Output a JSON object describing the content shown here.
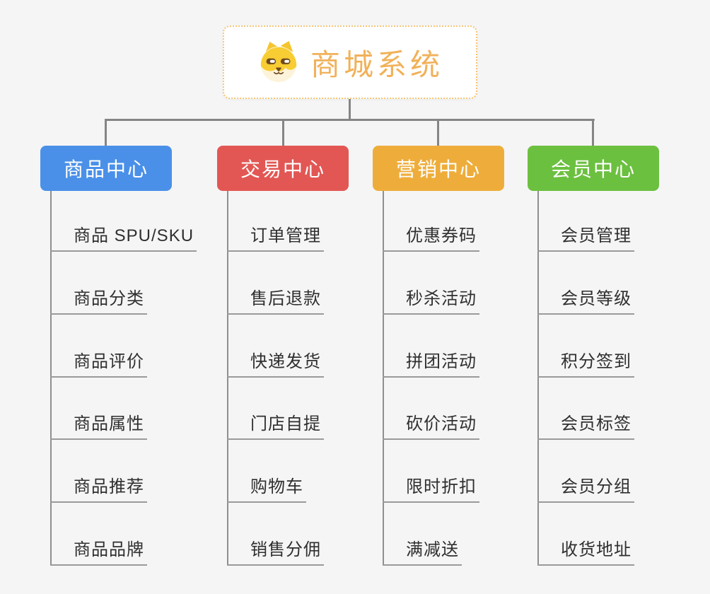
{
  "root": {
    "title": "商城系统",
    "icon": "shiba-dog-icon",
    "title_color": "#f1b159",
    "border_color": "#f6c474",
    "fill_color": "#ffffff"
  },
  "colors": {
    "background": "#f5f5f5",
    "connector": "#858585",
    "child_line": "#8f8f8f",
    "underline": "#9a9a9a",
    "item_text": "#2f2f2f"
  },
  "branches": [
    {
      "label": "商品中心",
      "color": "#4a90e8",
      "children": [
        "商品 SPU/SKU",
        "商品分类",
        "商品评价",
        "商品属性",
        "商品推荐",
        "商品品牌"
      ]
    },
    {
      "label": "交易中心",
      "color": "#e25754",
      "children": [
        "订单管理",
        "售后退款",
        "快递发货",
        "门店自提",
        "购物车",
        "销售分佣"
      ]
    },
    {
      "label": "营销中心",
      "color": "#eead3b",
      "children": [
        "优惠券码",
        "秒杀活动",
        "拼团活动",
        "砍价活动",
        "限时折扣",
        "满减送"
      ]
    },
    {
      "label": "会员中心",
      "color": "#6cc040",
      "children": [
        "会员管理",
        "会员等级",
        "积分签到",
        "会员标签",
        "会员分组",
        "收货地址"
      ]
    }
  ]
}
